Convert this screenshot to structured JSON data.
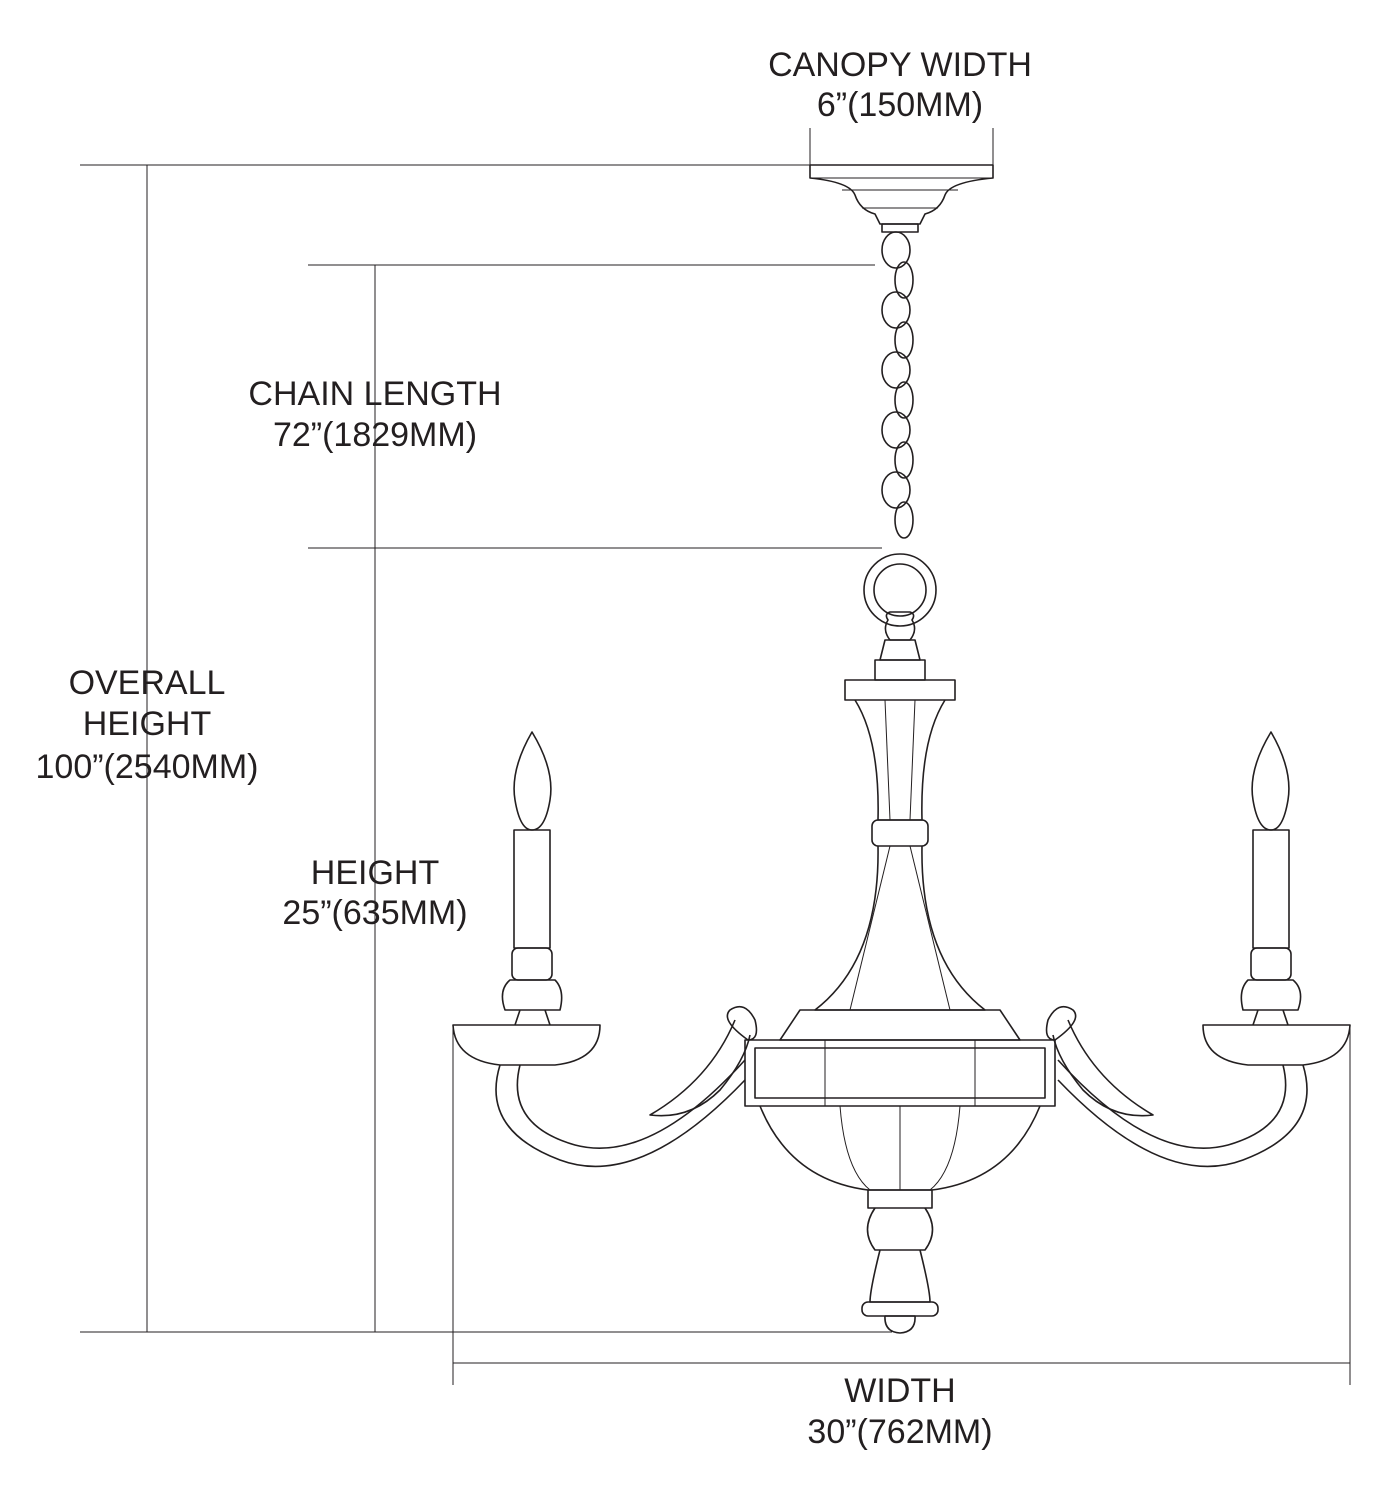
{
  "dimensions": {
    "canopy_width": {
      "label": "CANOPY WIDTH",
      "value": "6”(150MM)"
    },
    "chain_length": {
      "label": "CHAIN LENGTH",
      "value": "72”(1829MM)"
    },
    "overall_height": {
      "label_line1": "OVERALL",
      "label_line2": "HEIGHT",
      "value": "100”(2540MM)"
    },
    "height": {
      "label": "HEIGHT",
      "value": "25”(635MM)"
    },
    "width": {
      "label": "WIDTH",
      "value": "30”(762MM)"
    }
  }
}
